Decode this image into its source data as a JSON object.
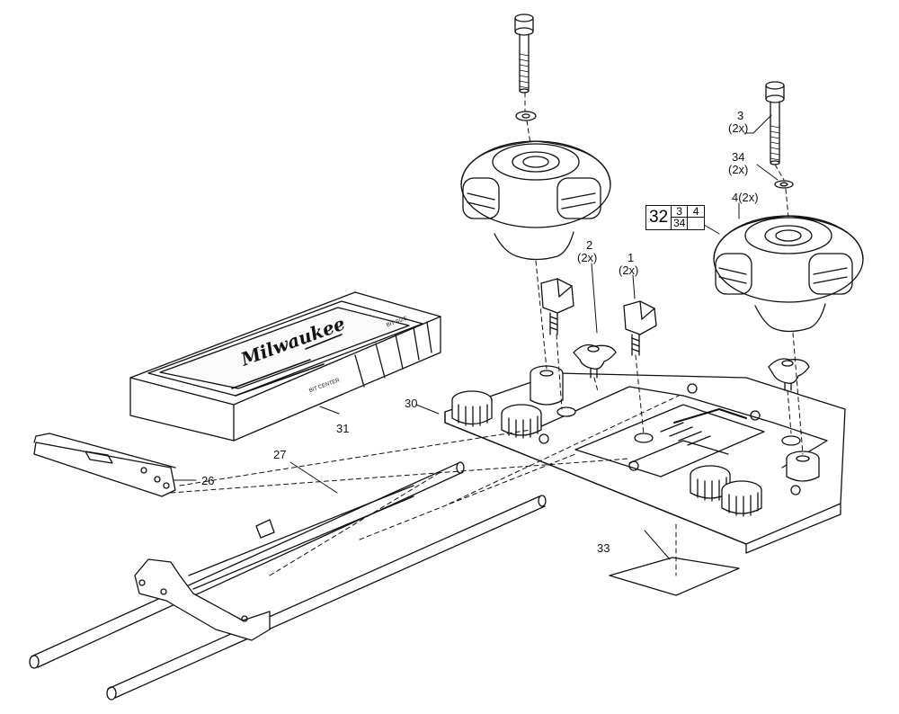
{
  "labels": {
    "p1": "1",
    "p1_qty": "(2x)",
    "p2": "2",
    "p2_qty": "(2x)",
    "p3": "3",
    "p3_qty": "(2x)",
    "p34": "34",
    "p34_qty": "(2x)",
    "p4": "4(2x)",
    "p26": "26",
    "p27": "27",
    "p30": "30",
    "p31": "31",
    "p33": "33"
  },
  "subassembly": {
    "main": "32",
    "a": "3",
    "b": "4",
    "c": "34"
  },
  "case_text": {
    "brand": "Milwaukee",
    "bit_center": "BIT CENTER",
    "bit_size": "BIT SIZE"
  }
}
